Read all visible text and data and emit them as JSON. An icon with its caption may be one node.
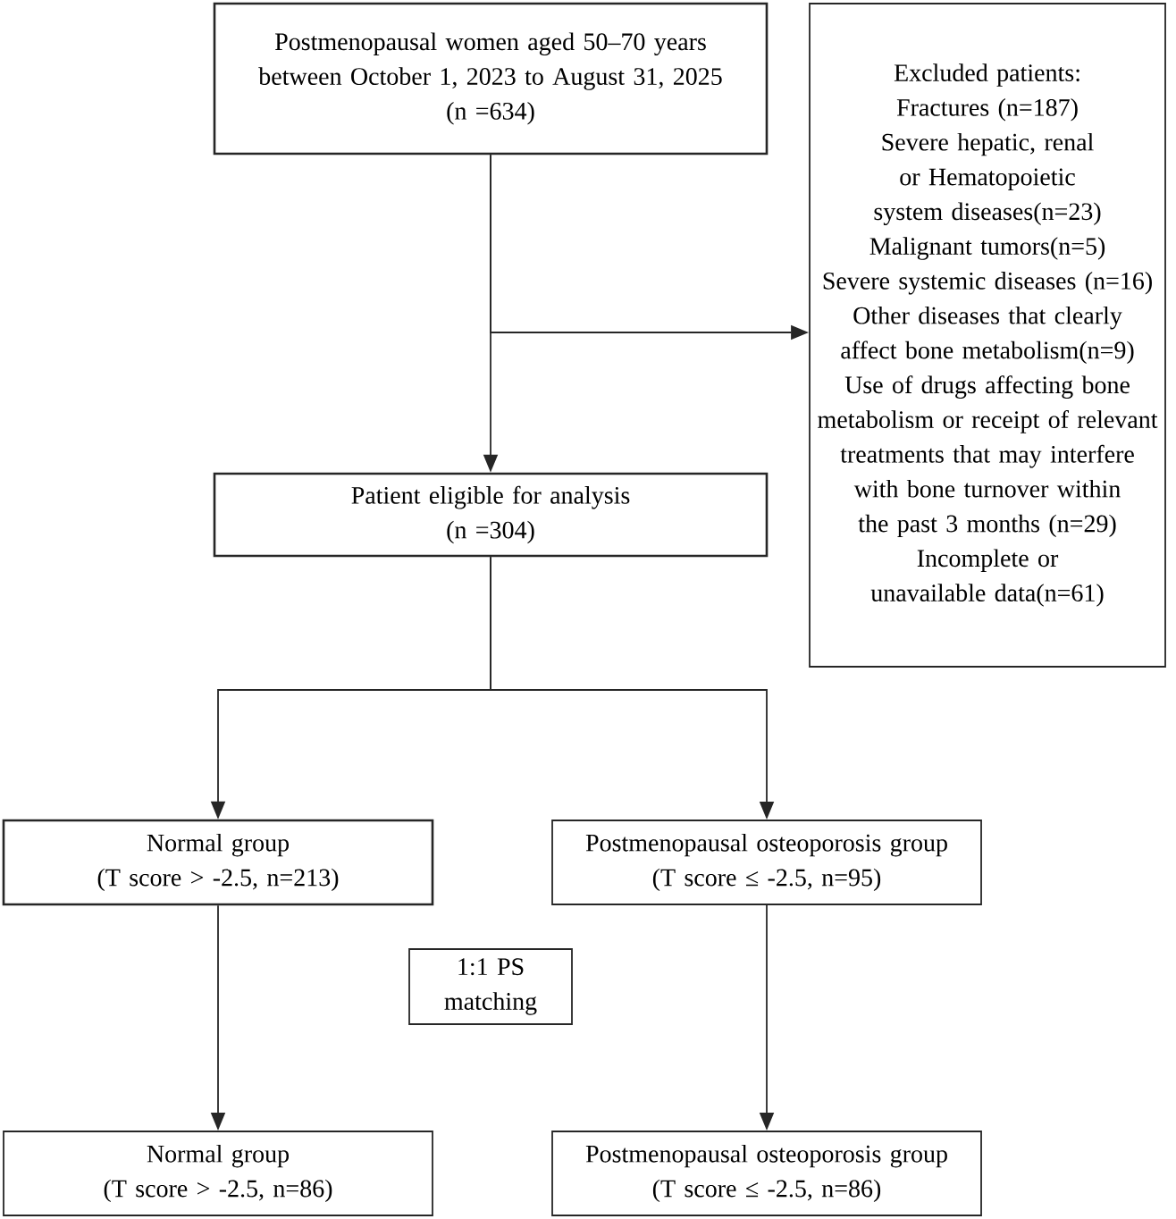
{
  "diagram": {
    "nodes": [
      {
        "text": [
          "Postmenopausal women aged 50–70 years between October 1, 2023 to August 31, 2025",
          "(n =634)"
        ]
      },
      {
        "text": [
          "Excluded patients:",
          "Fractures (n=187)",
          "Severe hepatic, renal or Hematopoietic system diseases(n=23)",
          "Malignant tumors(n=5)",
          "Severe systemic diseases (n=16)",
          "Other diseases that clearly affect bone metabolism(n=9)",
          "Use of drugs affecting bone metabolism or receipt of relevant treatments that may interfere with bone turnover within the past 3 months (n=29)",
          "Incomplete or unavailable data(n=61)"
        ]
      },
      {
        "text": [
          "Patient eligible for analysis",
          "(n =304)"
        ]
      },
      {
        "text": [
          "Normal group",
          "(T score > -2.5, n=213)"
        ]
      },
      {
        "text": [
          "Postmenopausal osteoporosis group",
          "(T score ≤ -2.5, n=95)"
        ]
      },
      {
        "text": [
          "1:1 PS matching"
        ]
      },
      {
        "text": [
          "Normal group",
          "(T score > -2.5, n=86)"
        ]
      },
      {
        "text": [
          "Postmenopausal osteoporosis group",
          "(T score ≤ -2.5, n=86)"
        ]
      }
    ],
    "edges": [
      {
        "from": 0,
        "to": 2,
        "arrow": "to"
      },
      {
        "from": 0,
        "to": 1,
        "arrow": "to"
      },
      {
        "from": 2,
        "to": 3,
        "arrow": "to"
      },
      {
        "from": 2,
        "to": 4,
        "arrow": "to"
      },
      {
        "from": 3,
        "to": 6,
        "arrow": "to"
      },
      {
        "from": 4,
        "to": 7,
        "arrow": "to"
      }
    ]
  }
}
